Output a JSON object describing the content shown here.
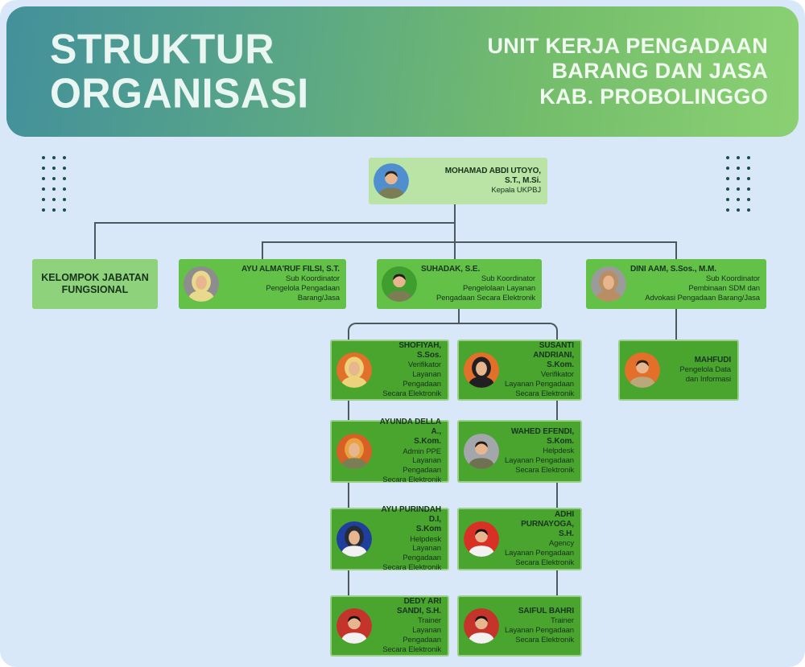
{
  "header": {
    "title_lines": [
      "STRUKTUR",
      "ORGANISASI"
    ],
    "subtitle_lines": [
      "UNIT KERJA PENGADAAN",
      "BARANG DAN JASA",
      "KAB. PROBOLINGGO"
    ]
  },
  "palette": {
    "background": "#d9e8f8",
    "header_teal": "#43909b",
    "header_green": "#8bd173",
    "box_light_green": "#b9e4a6",
    "box_pale_green": "#8ed27b",
    "box_bright_green": "#64c148",
    "box_deep_green": "#4aa52e",
    "text_dark": "#17331c",
    "connector_line": "#4d595e",
    "dot_teal": "#175049",
    "title_text": "#eaf6f1"
  },
  "nodes": [
    {
      "id": "kepala",
      "name": "MOHAMAD ABDI UTOYO,\nS.T., M.Si.",
      "details": [
        "Kepala UKPBJ"
      ],
      "variant": "light",
      "avatar": {
        "style": "man",
        "bg": "#4f8fd0",
        "top": "#2a2018",
        "shirt": "#7b7e55"
      }
    },
    {
      "id": "kelompok",
      "name": "KELOMPOK JABATAN\nFUNGSIONAL",
      "details": [],
      "variant": "pale",
      "align": "center"
    },
    {
      "id": "ayu-almaruf",
      "name": "AYU ALMA'RUF FILSI, S.T.",
      "details": [
        "Sub Koordinator",
        "Pengelola Pengadaan Barang/Jasa"
      ],
      "variant": "bright",
      "avatar": {
        "style": "hijab",
        "bg": "#8d8d8d",
        "top": "#e9d98c",
        "shirt": "#e9d98c"
      }
    },
    {
      "id": "suhadak",
      "name": "SUHADAK, S.E.",
      "details": [
        "Sub Koordinator",
        "Pengelolaan Layanan",
        "Pengadaan Secara Elektronik"
      ],
      "variant": "bright",
      "name_align": "left",
      "avatar": {
        "style": "man",
        "bg": "#3f9e2d",
        "top": "#211a12",
        "shirt": "#7b7e55"
      }
    },
    {
      "id": "dini-aam",
      "name": "DINI AAM, S.Sos., M.M.",
      "details": [
        "Sub Koordinator",
        "Pembinaan SDM dan",
        "Advokasi Pengadaan Barang/Jasa"
      ],
      "variant": "bright",
      "name_align": "left",
      "avatar": {
        "style": "hijab",
        "bg": "#9b9b9b",
        "top": "#ba8e63",
        "shirt": "#ba8e63"
      }
    },
    {
      "id": "shofiyah",
      "name": "SHOFIYAH, S.Sos.",
      "details": [
        "Verifikator",
        "Layanan Pengadaan",
        "Secara Elektronik"
      ],
      "variant": "deep",
      "avatar": {
        "style": "hijab",
        "bg": "#e2702a",
        "top": "#ebd27b",
        "shirt": "#ebd27b"
      }
    },
    {
      "id": "susanti",
      "name": "SUSANTI ANDRIANI,\nS.Kom.",
      "details": [
        "Verifikator",
        "Layanan Pengadaan",
        "Secara Elektronik"
      ],
      "variant": "deep",
      "avatar": {
        "style": "hijab",
        "bg": "#e2702a",
        "top": "#221f22",
        "shirt": "#221f22"
      }
    },
    {
      "id": "mahfudi",
      "name": "MAHFUDI",
      "details": [
        "Pengelola Data",
        "dan Informasi"
      ],
      "variant": "deep",
      "avatar": {
        "style": "man",
        "bg": "#e2702a",
        "top": "#2a2018",
        "shirt": "#baa87b"
      }
    },
    {
      "id": "ayunda",
      "name": "AYUNDA DELLA A.,\nS.Kom.",
      "details": [
        "Admin PPE",
        "Layanan Pengadaan",
        "Secara Elektronik"
      ],
      "variant": "deep",
      "avatar": {
        "style": "hijab",
        "bg": "#d96025",
        "top": "#e8a23f",
        "shirt": "#7b7e55"
      }
    },
    {
      "id": "wahed",
      "name": "WAHED EFENDI,\nS.Kom.",
      "details": [
        "Helpdesk",
        "Layanan Pengadaan",
        "Secara Elektronik"
      ],
      "variant": "deep",
      "avatar": {
        "style": "man",
        "bg": "#a3a7ab",
        "top": "#211a12",
        "shirt": "#6e7250"
      }
    },
    {
      "id": "ayu-purindah",
      "name": "AYU PURINDAH D.I,\nS.Kom",
      "details": [
        "Helpdesk",
        "Layanan Pengadaan",
        "Secara Elektronik"
      ],
      "variant": "deep",
      "avatar": {
        "style": "hijab",
        "bg": "#1e3f9e",
        "top": "#272b34",
        "shirt": "#f2f2f2"
      }
    },
    {
      "id": "adhi",
      "name": "ADHI PURNAYOGA,\nS.H.",
      "details": [
        "Agency",
        "Layanan Pengadaan",
        "Secara Elektronik"
      ],
      "variant": "deep",
      "avatar": {
        "style": "man",
        "bg": "#d93025",
        "top": "#17120d",
        "shirt": "#f2f2f2"
      }
    },
    {
      "id": "dedy",
      "name": "DEDY ARI SANDI, S.H.",
      "details": [
        "Trainer",
        "Layanan Pengadaan",
        "Secara Elektronik"
      ],
      "variant": "deep",
      "avatar": {
        "style": "man",
        "bg": "#c4342b",
        "top": "#17120d",
        "shirt": "#f2f2f2"
      }
    },
    {
      "id": "saiful",
      "name": "SAIFUL BAHRI",
      "details": [
        "Trainer",
        "Layanan Pengadaan",
        "Secara Elektronik"
      ],
      "variant": "deep",
      "avatar": {
        "style": "man",
        "bg": "#c4342b",
        "top": "#17120d",
        "shirt": "#f2f2f2"
      }
    }
  ]
}
